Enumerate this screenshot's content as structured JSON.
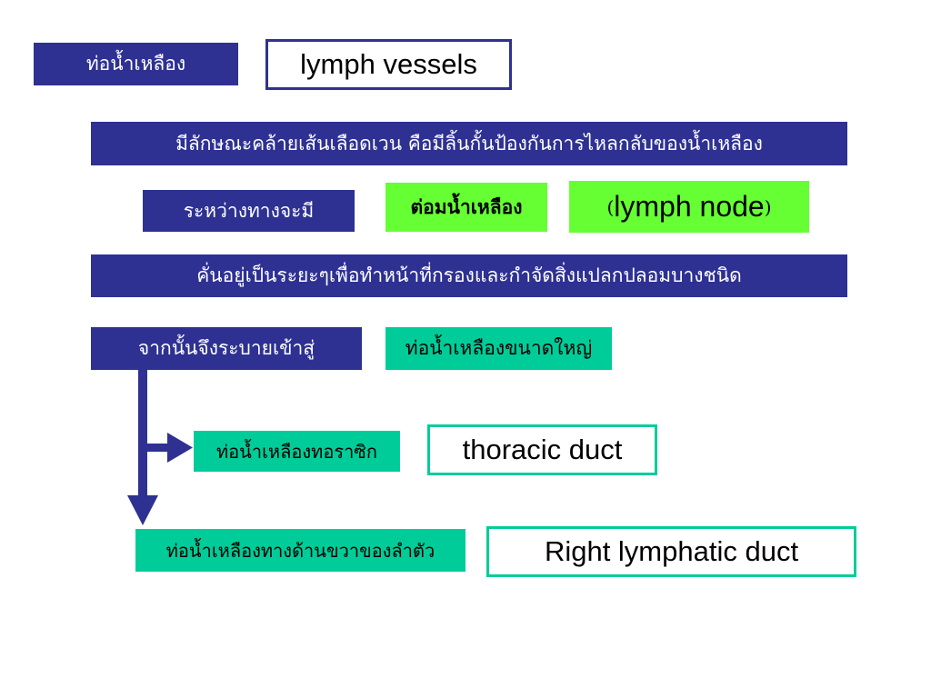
{
  "title_thai": "ท่อน้ำเหลือง",
  "title_en": "lymph vessels",
  "desc_line1": "มีลักษณะคล้ายเส้นเลือดเวน คือมีลิ้นกั้นป้องกันการไหลกลับของน้ำเหลือง",
  "between_label": "ระหว่างทางจะมี",
  "node_thai": "ต่อมน้ำเหลือง",
  "node_en": {
    "open_paren": "(",
    "text": "lymph node",
    "close_paren": ")"
  },
  "desc_line2": "คั่นอยู่เป็นระยะๆเพื่อทำหน้าที่กรองและกำจัดสิ่งแปลกปลอมบางชนิด",
  "then_label": "จากนั้นจึงระบายเข้าสู่",
  "large_vessel": "ท่อน้ำเหลืองขนาดใหญ่",
  "thoracic_thai": "ท่อน้ำเหลืองทอราซิก",
  "thoracic_en": "thoracic duct",
  "right_thai": "ท่อน้ำเหลืองทางด้านขวาของลำตัว",
  "right_en": "Right lymphatic duct",
  "colors": {
    "navy": "#2e3192",
    "bright_green": "#66ff33",
    "teal": "#00cc99"
  }
}
